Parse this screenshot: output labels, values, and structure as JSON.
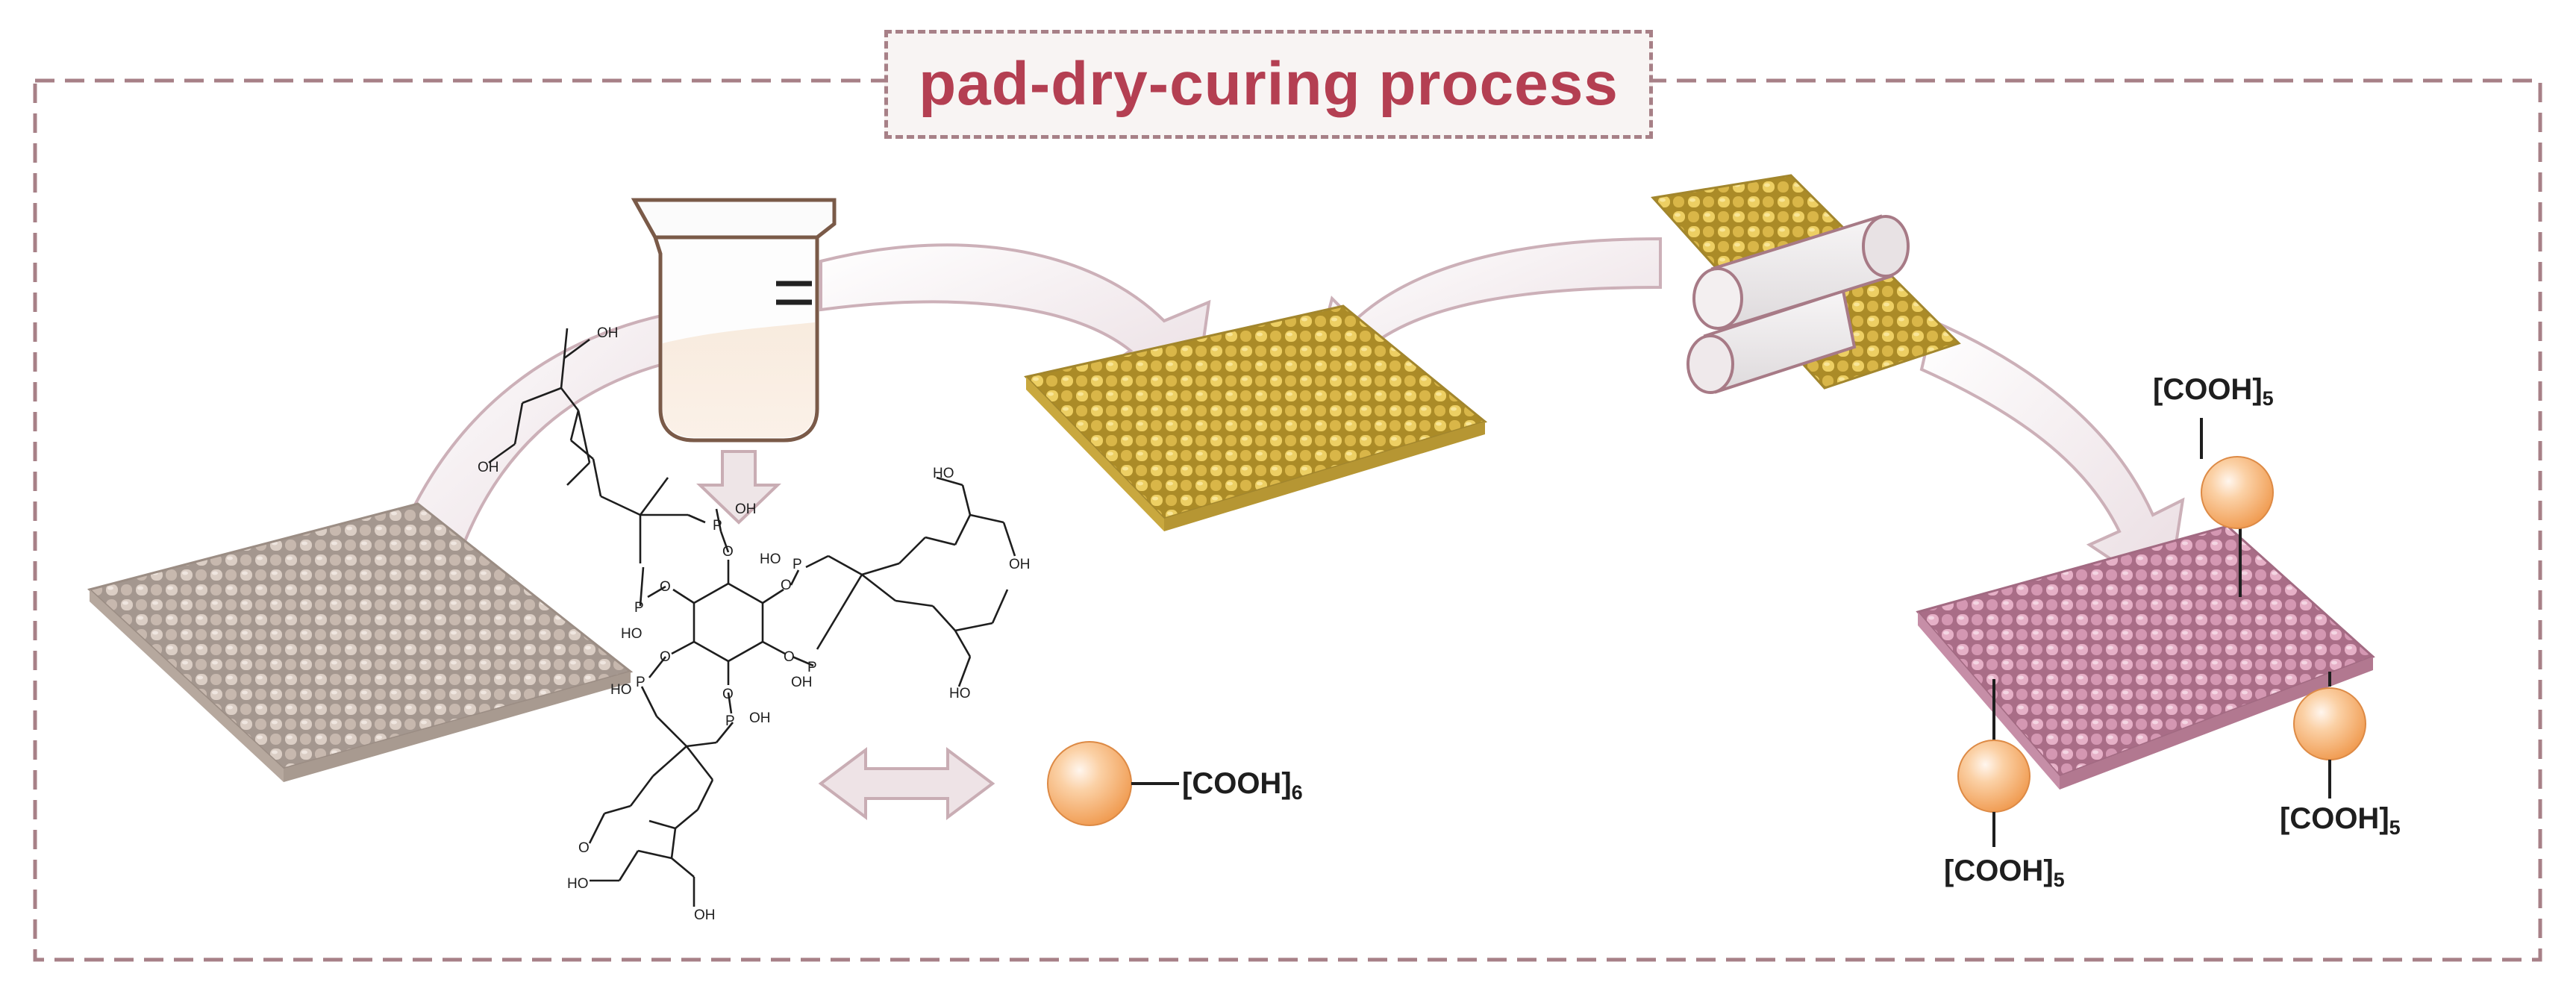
{
  "title": "pad-dry-curing process",
  "colors": {
    "frame": "#a78087",
    "title_text": "#b43f52",
    "title_bg": "#f8f4f3",
    "fabric_raw": "#d9cabe",
    "fabric_treated": "#e4c35a",
    "fabric_final": "#dfa2bd",
    "sphere": "#f4a766",
    "arrow": "#f2ebed",
    "arrow_edge": "#ccb0b8"
  },
  "molecule": {
    "groups": [
      "OH",
      "O",
      "P",
      "HO"
    ]
  },
  "labels": {
    "center": {
      "base": "[COOH]",
      "sub": "6"
    },
    "top": {
      "base": "[COOH]",
      "sub": "5"
    },
    "left": {
      "base": "[COOH]",
      "sub": "5"
    },
    "right": {
      "base": "[COOH]",
      "sub": "5"
    }
  }
}
